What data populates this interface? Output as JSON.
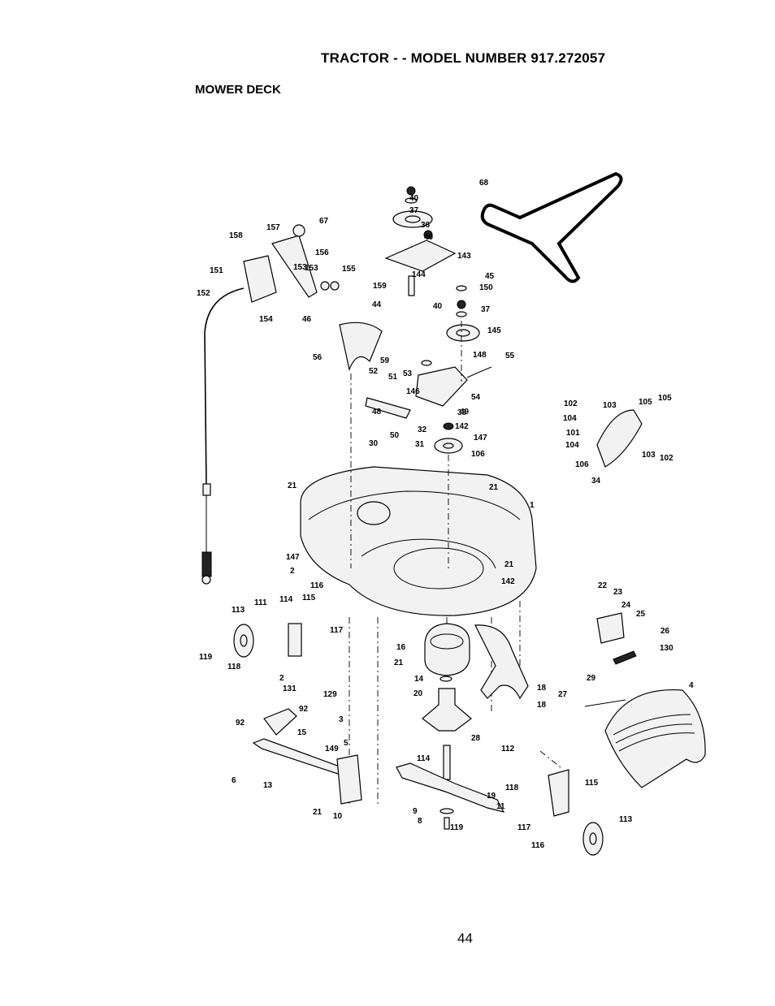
{
  "header": {
    "title": "TRACTOR - - MODEL NUMBER 917.272057",
    "section": "MOWER DECK"
  },
  "footer": {
    "page_number": "44"
  },
  "part_labels": [
    "40",
    "37",
    "36",
    "40",
    "143",
    "144",
    "159",
    "45",
    "150",
    "40",
    "37",
    "145",
    "68",
    "67",
    "157",
    "158",
    "156",
    "151",
    "153",
    "155",
    "152",
    "153",
    "154",
    "46",
    "44",
    "56",
    "59",
    "148",
    "55",
    "53",
    "52",
    "51",
    "146",
    "54",
    "33",
    "48",
    "49",
    "32",
    "142",
    "50",
    "31",
    "147",
    "30",
    "106",
    "102",
    "103",
    "105",
    "105",
    "104",
    "103",
    "101",
    "104",
    "106",
    "102",
    "34",
    "21",
    "21",
    "1",
    "147",
    "2",
    "21",
    "142",
    "116",
    "113",
    "111",
    "114",
    "115",
    "117",
    "119",
    "118",
    "2",
    "16",
    "21",
    "22",
    "23",
    "24",
    "25",
    "26",
    "130",
    "131",
    "129",
    "92",
    "92",
    "3",
    "15",
    "14",
    "20",
    "18",
    "18",
    "28",
    "29",
    "27",
    "4",
    "149",
    "5",
    "6",
    "13",
    "114",
    "112",
    "115",
    "118",
    "11",
    "19",
    "21",
    "10",
    "9",
    "8",
    "119",
    "117",
    "113",
    "116"
  ]
}
